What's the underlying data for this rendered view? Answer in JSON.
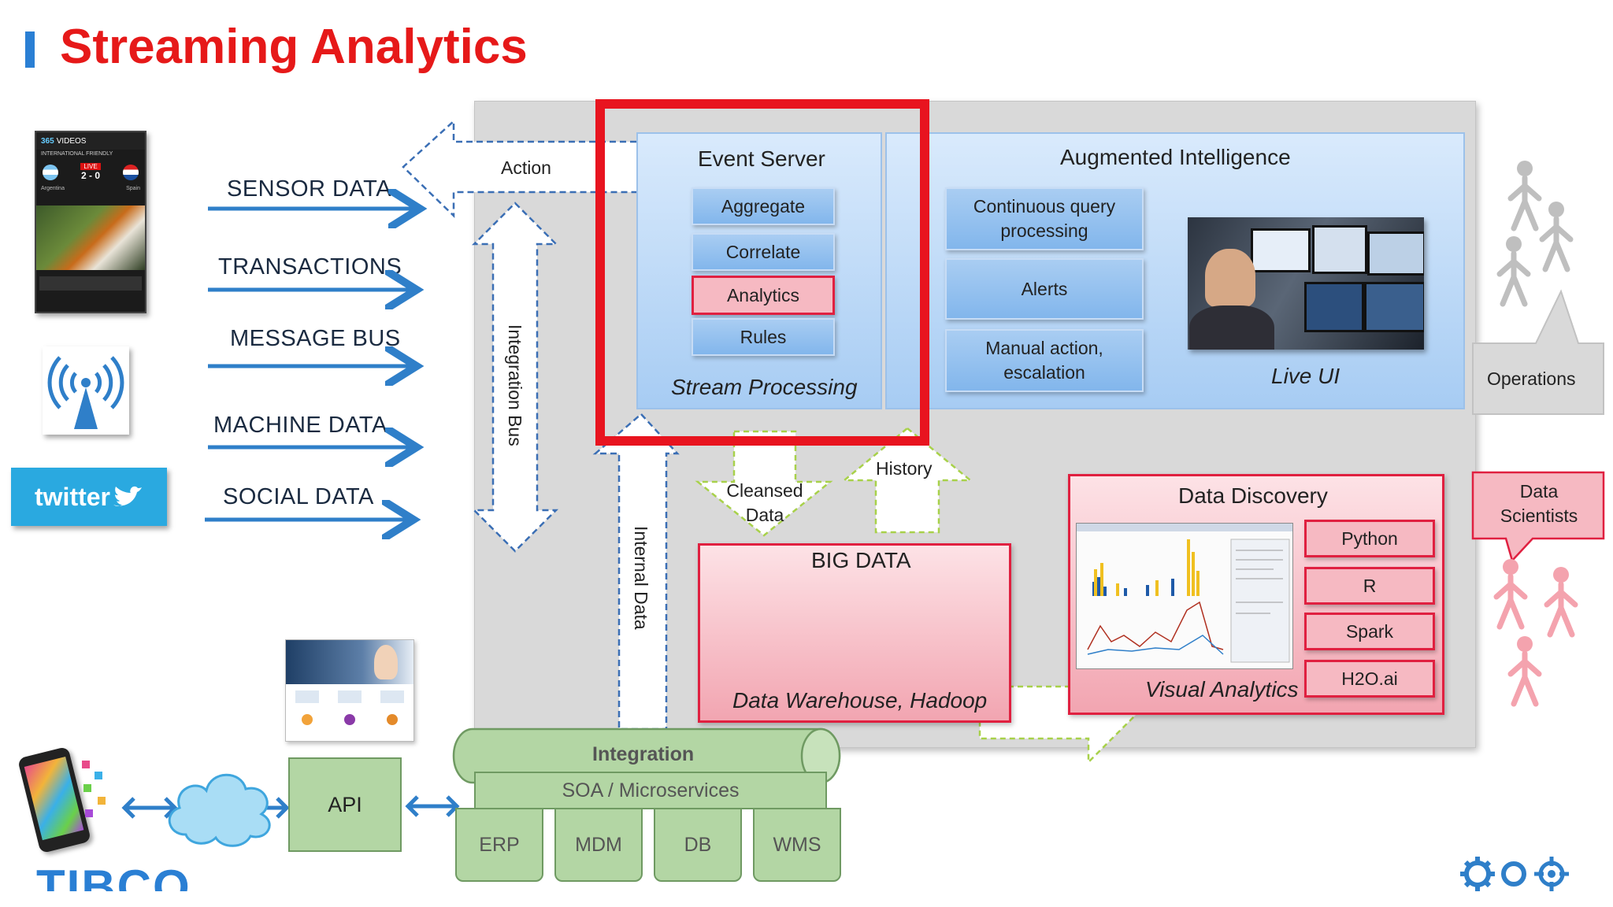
{
  "title": "Streaming Analytics",
  "sources": [
    "SENSOR DATA",
    "TRANSACTIONS",
    "MESSAGE BUS",
    "MACHINE DATA",
    "SOCIAL DATA"
  ],
  "twitter_logo": "twitter",
  "phone_screen": {
    "brand": "365",
    "brand_suffix": "VIDEOS",
    "match": "INTERNATIONAL FRIENDLY",
    "status": "LIVE",
    "score": "2 - 0",
    "team_left": "Argentina",
    "team_right": "Spain"
  },
  "action_label": "Action",
  "integration_bus": "Integration Bus",
  "internal_data": "Internal Data",
  "event_server": {
    "title": "Event Server",
    "items": [
      "Aggregate",
      "Correlate",
      "Analytics",
      "Rules"
    ],
    "footer": "Stream Processing"
  },
  "augmented": {
    "title": "Augmented Intelligence",
    "items": [
      "Continuous query processing",
      "Alerts",
      "Manual action, escalation"
    ],
    "live_ui": "Live UI"
  },
  "cleansed_data": "Cleansed Data",
  "history": "History",
  "big_data": {
    "title": "BIG DATA",
    "footer": "Data Warehouse, Hadoop"
  },
  "data_discovery": {
    "title": "Data Discovery",
    "tools": [
      "Python",
      "R",
      "Spark",
      "H2O.ai"
    ],
    "footer": "Visual Analytics"
  },
  "operations": "Operations",
  "data_scientists": "Data Scientists",
  "integration": {
    "title": "Integration",
    "soa": "SOA / Microservices",
    "systems": [
      "ERP",
      "MDM",
      "DB",
      "WMS"
    ]
  },
  "api": "API",
  "vendor_logo": "TIBCO",
  "colors": {
    "title_red": "#e61919",
    "accent_blue": "#2a7fd4",
    "highlight_red": "#e8141f",
    "box_blue": "#a9cdf2",
    "pink": "#f6b9c2",
    "green": "#b3d6a4"
  }
}
